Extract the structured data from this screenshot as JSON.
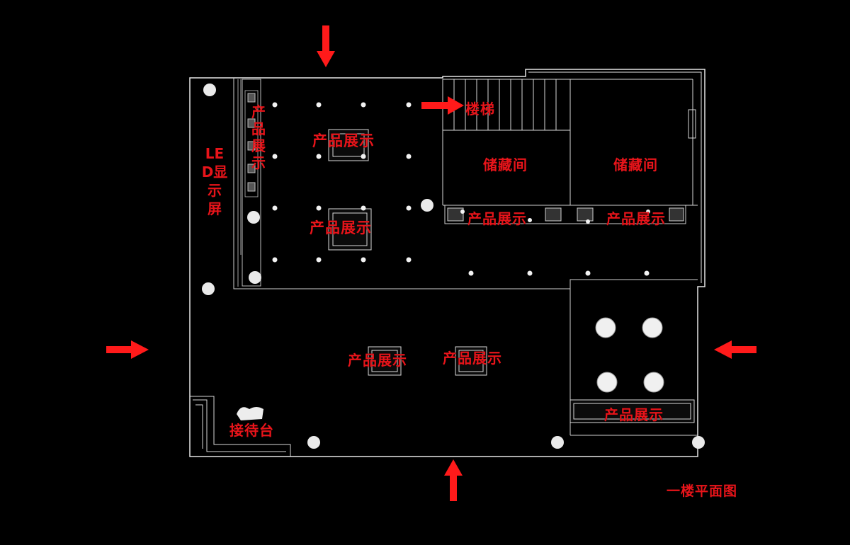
{
  "plan_title": "一楼平面图",
  "colors": {
    "background": "#000000",
    "wall": "#e6e6e6",
    "label": "#e8141a",
    "arrow": "#ff1a1a"
  },
  "labels": {
    "led_screen": "LED显示屏",
    "side_display": "产品展示",
    "display_top": "产品展示",
    "display_middle": "产品展示",
    "stairs": "楼梯",
    "storage_left": "储藏间",
    "storage_right": "储藏间",
    "counter_display_left": "产品展示",
    "counter_display_right": "产品展示",
    "floor_display_left": "产品展示",
    "floor_display_right": "产品展示",
    "corner_display": "产品展示",
    "reception": "接待台"
  },
  "entrances": [
    "top",
    "left",
    "right",
    "bottom"
  ],
  "icons": [
    "plant-icon",
    "spotlight-icon",
    "round-table-icon",
    "entrance-arrow-icon",
    "sofa-icon"
  ]
}
